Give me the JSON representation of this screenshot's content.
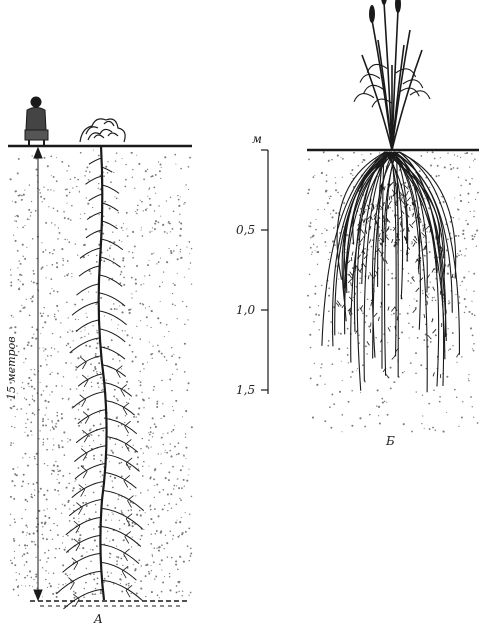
{
  "figure": {
    "panel_a": {
      "caption": "A",
      "depth_label": "15 метров"
    },
    "panel_b": {
      "caption": "Б",
      "scale": {
        "unit": "м",
        "ticks": [
          "0,5",
          "1,0",
          "1,5"
        ]
      }
    },
    "colors": {
      "ink": "#1a1a1a",
      "soil_stipple": "#7a7a7a",
      "background": "#ffffff"
    }
  }
}
